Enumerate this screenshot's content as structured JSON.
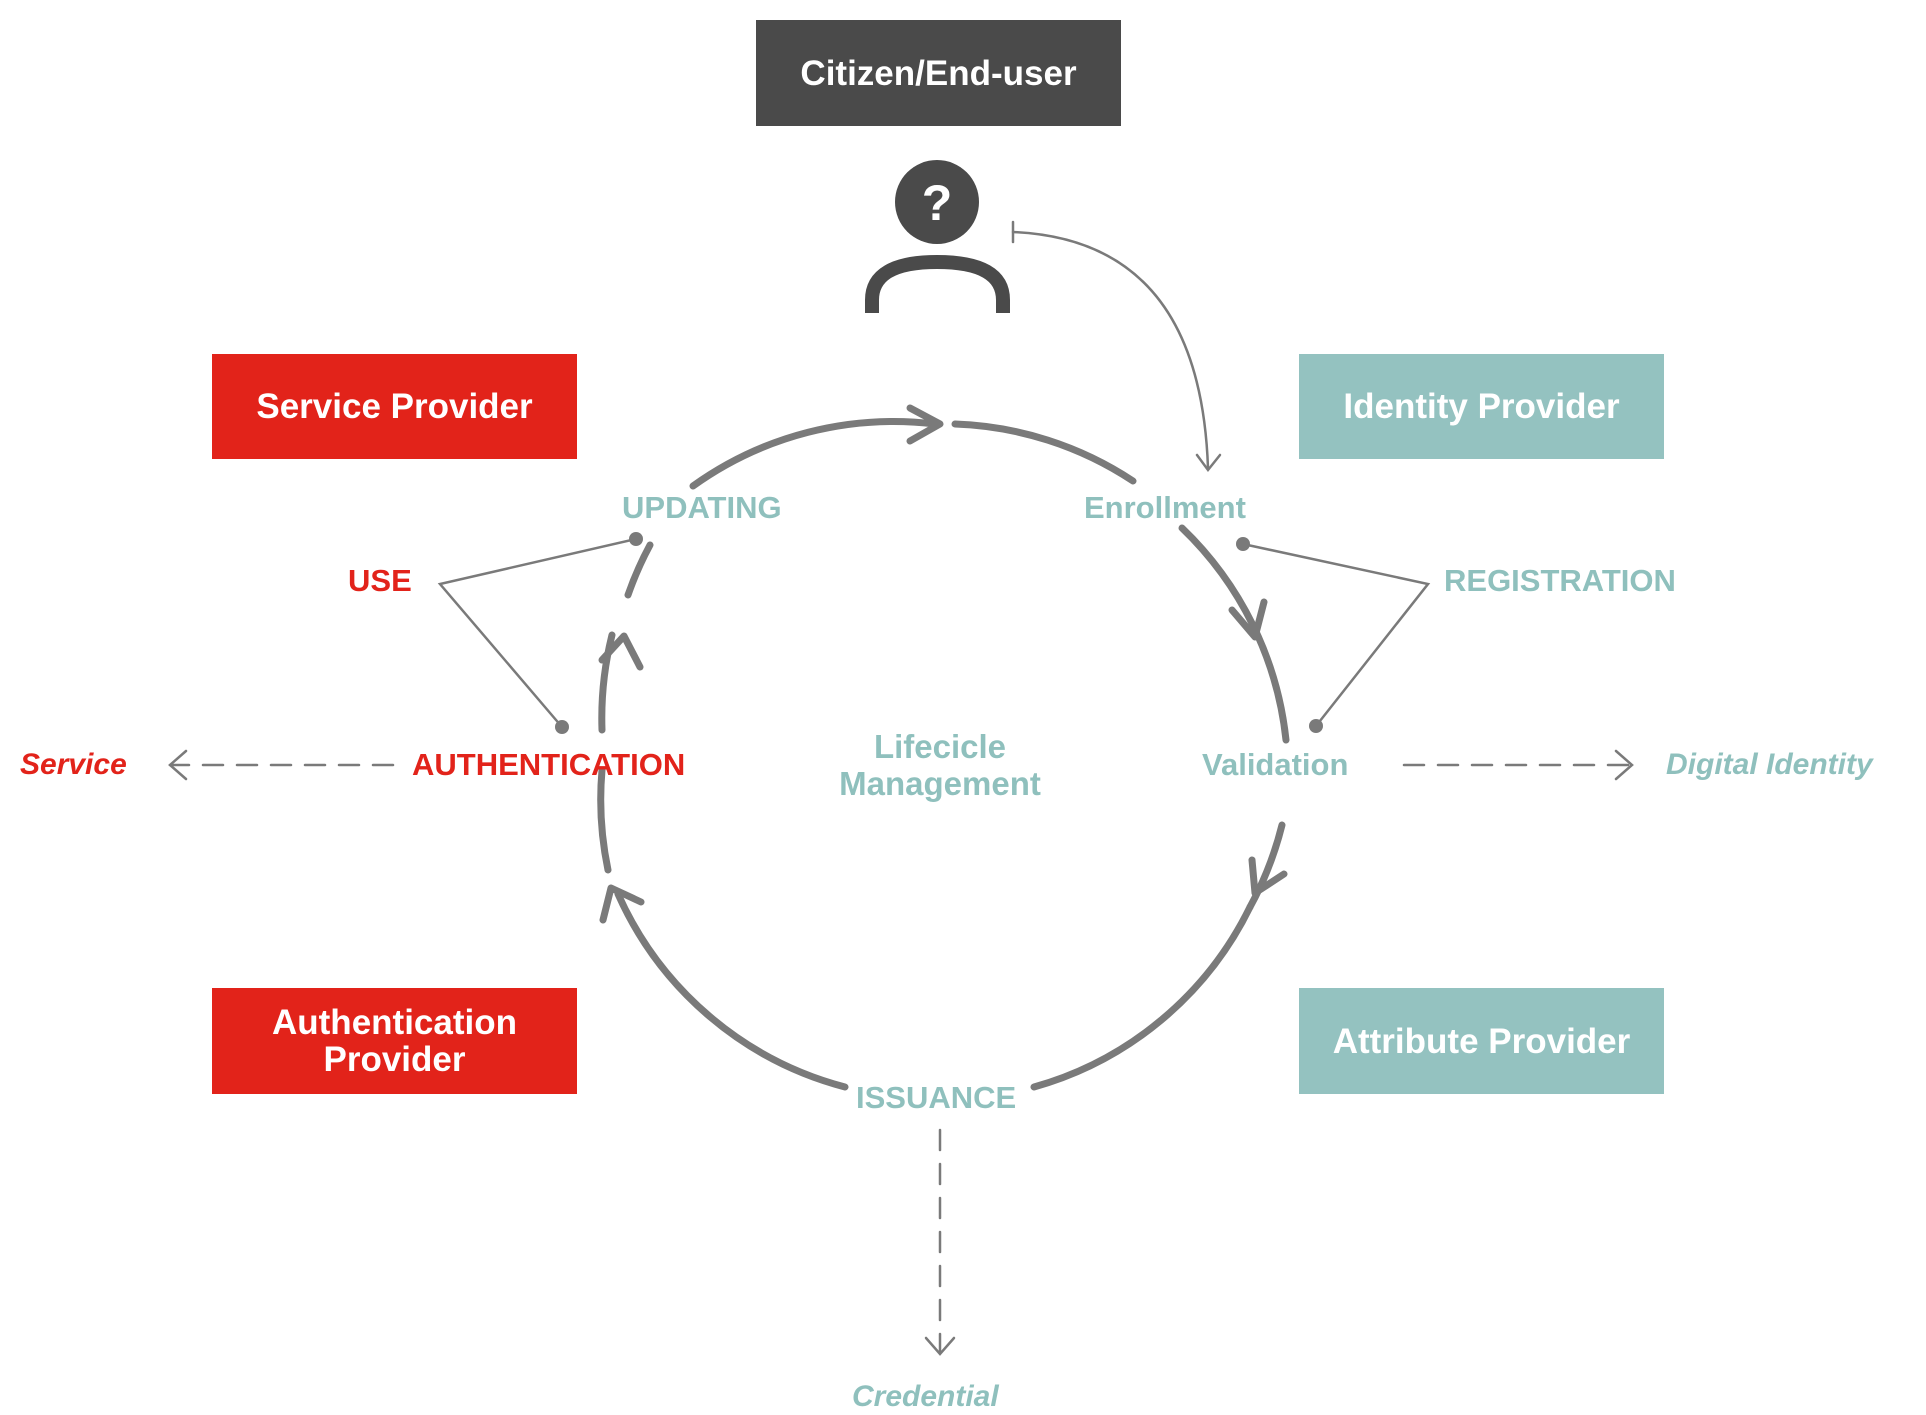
{
  "boxes": {
    "citizen": "Citizen/End-user",
    "service_provider": "Service Provider",
    "identity_provider": "Identity Provider",
    "authentication_provider_line1": "Authentication",
    "authentication_provider_line2": "Provider",
    "attribute_provider": "Attribute Provider"
  },
  "stages": {
    "updating": "UPDATING",
    "enrollment": "Enrollment",
    "validation": "Validation",
    "issuance": "ISSUANCE",
    "authentication": "AUTHENTICATION"
  },
  "groups": {
    "use": "USE",
    "registration": "REGISTRATION"
  },
  "outputs": {
    "service": "Service",
    "digital_identity": "Digital Identity",
    "credential": "Credential"
  },
  "center": {
    "line1": "Lifecicle",
    "line2": "Management"
  },
  "icons": {
    "person": "person-question-icon"
  },
  "colors": {
    "red": "#e2231a",
    "teal": "#94c2c0",
    "dark": "#4a4a4a",
    "arrow": "#7a7a7a"
  }
}
